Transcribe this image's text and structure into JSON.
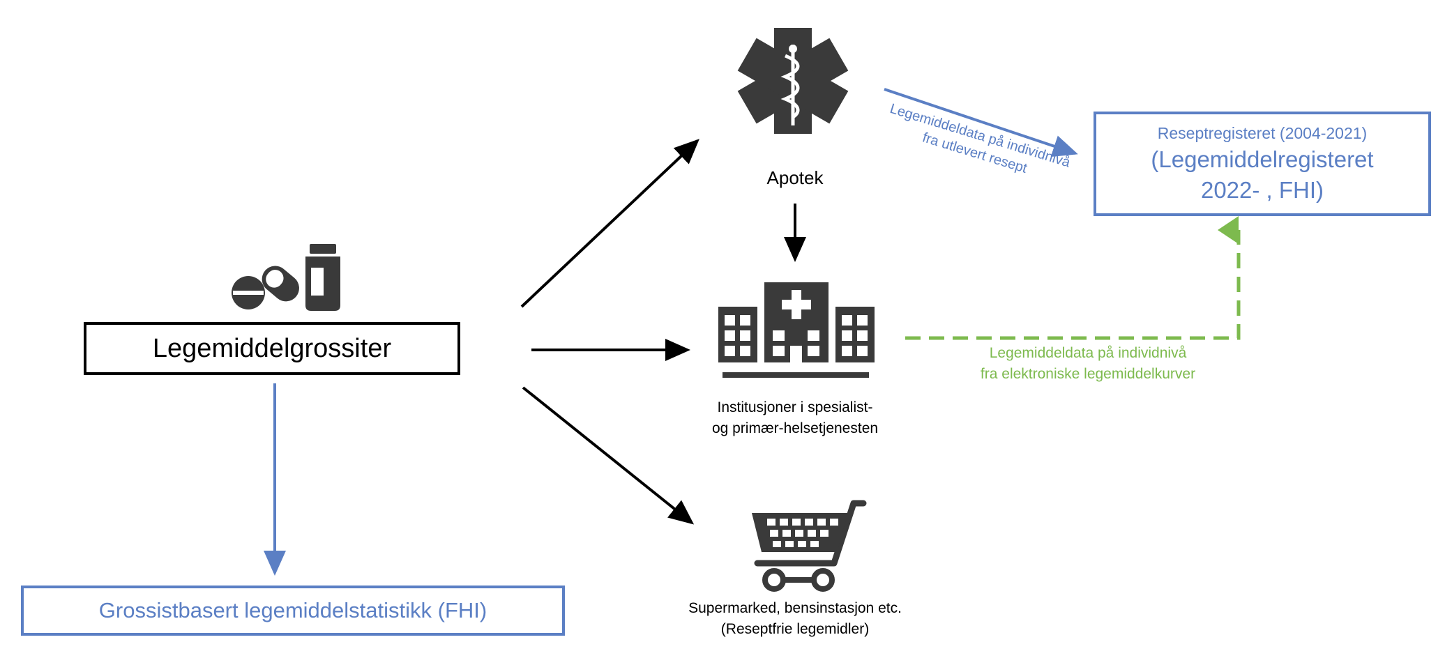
{
  "nodes": {
    "wholesaler": {
      "label": "Legemiddelgrossiter",
      "icon": "pills-and-bottle-icon"
    },
    "pharmacy": {
      "label": "Apotek",
      "icon": "star-of-life-icon"
    },
    "institutions": {
      "line1": "Institusjoner i spesialist-",
      "line2": "og primær-helsetjenesten",
      "icon": "hospital-icon"
    },
    "retail": {
      "line1": "Supermarked, bensinstasjon etc.",
      "line2": "(Reseptfrie legemidler)",
      "icon": "shopping-cart-icon"
    },
    "wholesale_stats": {
      "label": "Grossistbasert legemiddelstatistikk (FHI)"
    },
    "prescription_registry": {
      "line1": "Reseptregisteret (2004-2021)",
      "line2": "(Legemiddelregisteret",
      "line3": "2022- , FHI)"
    }
  },
  "edges": {
    "pharmacy_to_registry": {
      "line1": "Legemiddeldata på individnivå",
      "line2": "fra utlevert resept"
    },
    "institutions_to_registry": {
      "line1": "Legemiddeldata på individnivå",
      "line2": "fra elektroniske legemiddelkurver"
    }
  },
  "colors": {
    "blue": "#5b7fc4",
    "green": "#7dba4e",
    "dark": "#3a3a3a",
    "black": "#000000"
  }
}
